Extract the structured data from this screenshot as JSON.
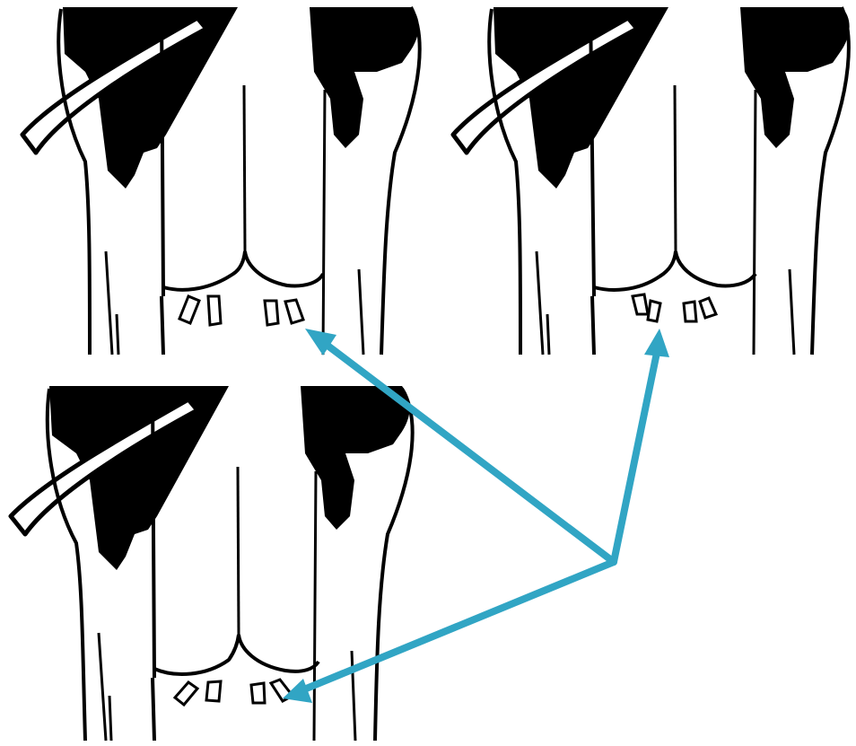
{
  "figure": {
    "panels": [
      {
        "id": "udder-view-1",
        "teat_style": "parallel"
      },
      {
        "id": "udder-view-2",
        "teat_style": "close"
      },
      {
        "id": "udder-view-3",
        "teat_style": "wide"
      }
    ],
    "arrow_color": "#31a5c4",
    "arrow_targets": [
      "udder-view-1",
      "udder-view-2",
      "udder-view-3"
    ]
  }
}
